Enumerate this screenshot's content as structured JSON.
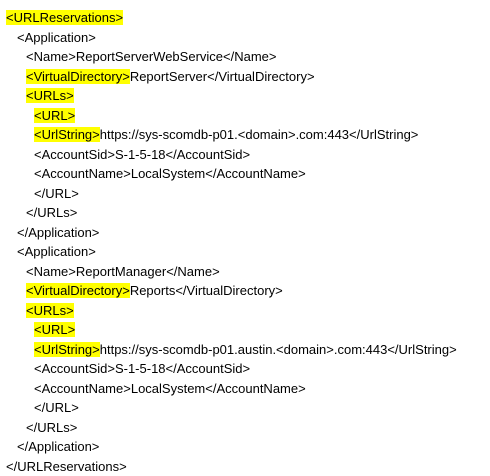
{
  "lines": [
    {
      "indent": 0,
      "hl": "<URLReservations>",
      "text": ""
    },
    {
      "indent": 1,
      "hl": "",
      "text": "<Application>"
    },
    {
      "indent": 2,
      "hl": "",
      "text": "<Name>ReportServerWebService</Name>"
    },
    {
      "indent": 2,
      "hl": "<VirtualDirectory>",
      "text": "ReportServer</VirtualDirectory>"
    },
    {
      "indent": 2,
      "hl": "<URLs>",
      "text": ""
    },
    {
      "indent": 3,
      "hl": "<URL>",
      "text": ""
    },
    {
      "indent": 3,
      "hl": "<UrlString>",
      "text": "https://sys-scomdb-p01.<domain>.com:443</UrlString>"
    },
    {
      "indent": 3,
      "hl": "",
      "text": "<AccountSid>S-1-5-18</AccountSid>"
    },
    {
      "indent": 3,
      "hl": "",
      "text": "<AccountName>LocalSystem</AccountName>"
    },
    {
      "indent": 3,
      "hl": "",
      "text": "</URL>"
    },
    {
      "indent": 2,
      "hl": "",
      "text": "</URLs>"
    },
    {
      "indent": 1,
      "hl": "",
      "text": "</Application>"
    },
    {
      "indent": 1,
      "hl": "",
      "text": "<Application>"
    },
    {
      "indent": 2,
      "hl": "",
      "text": "<Name>ReportManager</Name>"
    },
    {
      "indent": 2,
      "hl": "<VirtualDirectory>",
      "text": "Reports</VirtualDirectory>"
    },
    {
      "indent": 2,
      "hl": "<URLs>",
      "text": ""
    },
    {
      "indent": 3,
      "hl": "<URL>",
      "text": ""
    },
    {
      "indent": 3,
      "hl": "<UrlString>",
      "text": "https://sys-scomdb-p01.austin.<domain>.com:443</UrlString>"
    },
    {
      "indent": 3,
      "hl": "",
      "text": "<AccountSid>S-1-5-18</AccountSid>"
    },
    {
      "indent": 3,
      "hl": "",
      "text": "<AccountName>LocalSystem</AccountName>"
    },
    {
      "indent": 3,
      "hl": "",
      "text": "</URL>"
    },
    {
      "indent": 2,
      "hl": "",
      "text": "</URLs>"
    },
    {
      "indent": 1,
      "hl": "",
      "text": "</Application>"
    },
    {
      "indent": 0,
      "hl": "",
      "text": "</URLReservations>"
    }
  ],
  "colors": {
    "highlight": "#ffff00",
    "text": "#000000",
    "background": "#ffffff"
  }
}
